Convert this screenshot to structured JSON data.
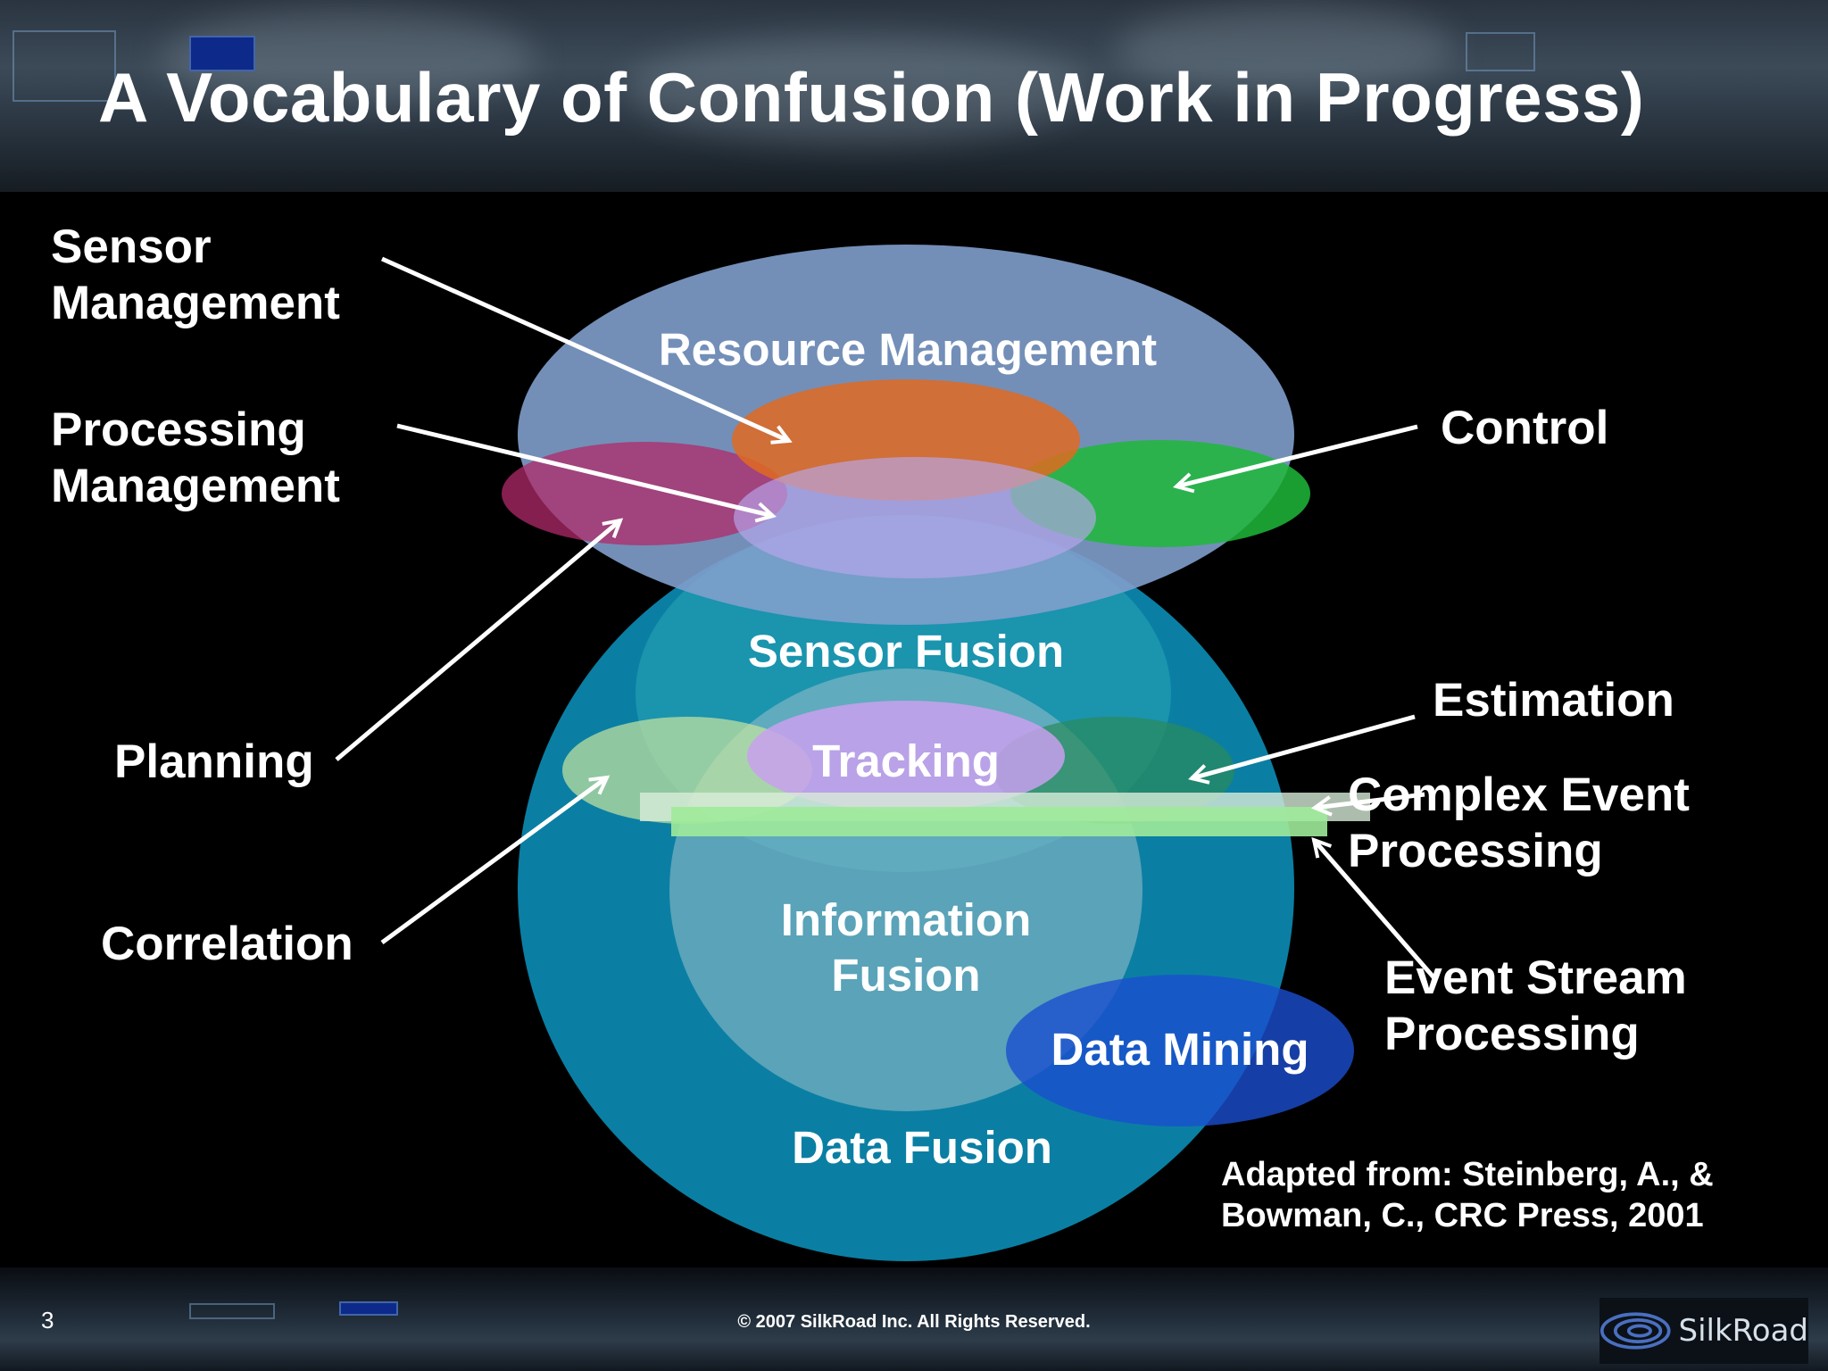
{
  "title": "A Vocabulary of Confusion  (Work in Progress)",
  "regions": {
    "resource_management": "Resource Management",
    "sensor_fusion": "Sensor Fusion",
    "tracking": "Tracking",
    "information_fusion": "Information Fusion",
    "data_mining": "Data Mining",
    "data_fusion": "Data Fusion"
  },
  "callouts": {
    "sensor_management": "Sensor Management",
    "processing_management": "Processing Management",
    "planning": "Planning",
    "correlation": "Correlation",
    "control": "Control",
    "estimation": "Estimation",
    "complex_event_processing": "Complex Event Processing",
    "event_stream_processing": "Event Stream Processing"
  },
  "citation": "Adapted from:  Steinberg, A., & Bowman, C.,  CRC Press,  2001",
  "footer": {
    "page_number": "3",
    "copyright": "© 2007 SilkRoad Inc. All Rights Reserved.",
    "logo_text": "SilkRoad"
  },
  "colors": {
    "resource_management": "#7f9fcc",
    "data_fusion": "#0a7fa3",
    "sensor_fusion": "#2aa6b8",
    "tracking": "#c9a0ee",
    "data_mining": "#1a4fd0",
    "control": "#2fc040",
    "sensor_management": "#e07a2c",
    "processing_management": "#b04a90",
    "complex_event_bar": "#d8ecd8",
    "event_stream_bar": "#9eea9a"
  }
}
